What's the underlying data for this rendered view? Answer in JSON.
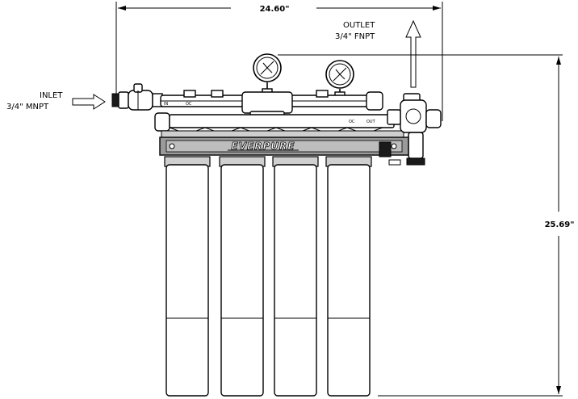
{
  "dimensions": {
    "width": "24.60\"",
    "height": "25.69\""
  },
  "inlet": {
    "line1": "INLET",
    "line2": "3/4\"  MNPT"
  },
  "outlet": {
    "line1": "OUTLET",
    "line2": "3/4\"  FNPT"
  },
  "brand": {
    "logo_text": "EVERPURE"
  },
  "filter_count": 4
}
